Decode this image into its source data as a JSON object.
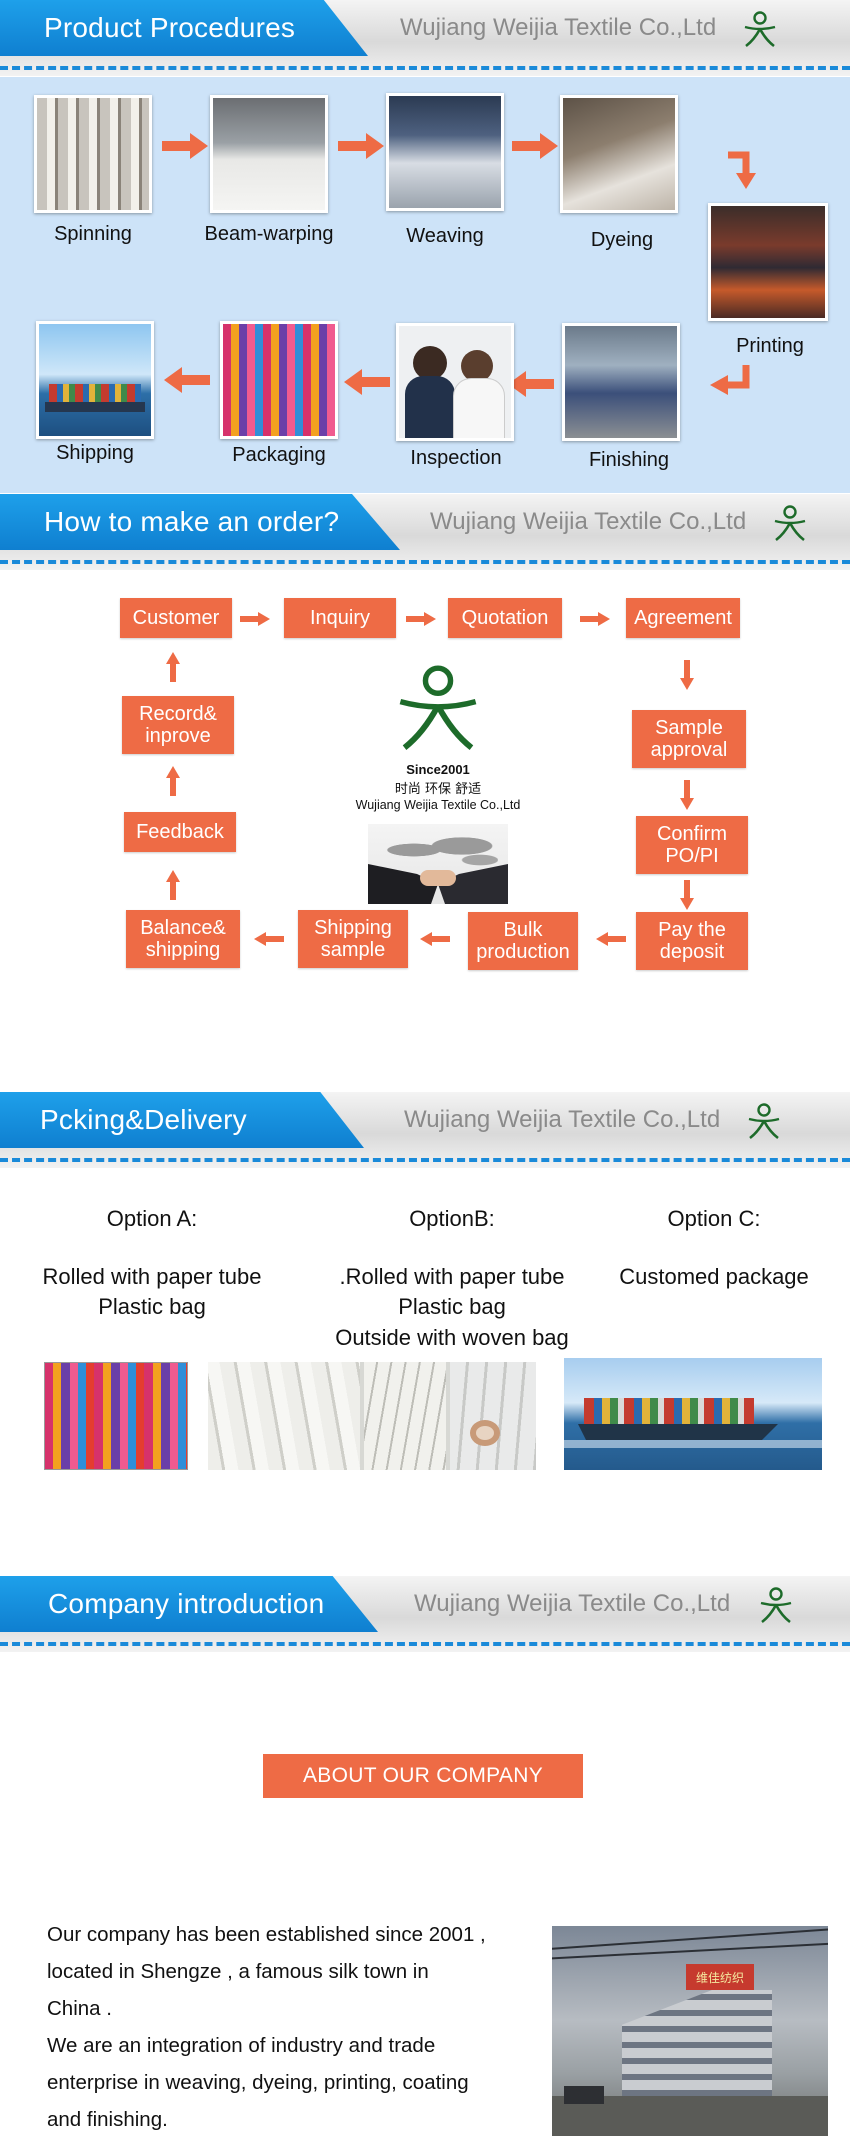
{
  "company": "Wujiang Weijia Textile Co.,Ltd",
  "sections": {
    "procedures": "Product Procedures",
    "order": "How to make an order?",
    "packing": "Pcking&Delivery",
    "intro": "Company introduction"
  },
  "procedures": {
    "steps": [
      "Spinning",
      "Beam-warping",
      "Weaving",
      "Dyeing",
      "Printing",
      "Finishing",
      "Inspection",
      "Packaging",
      "Shipping"
    ]
  },
  "order": {
    "boxes": {
      "customer": "Customer",
      "inquiry": "Inquiry",
      "quotation": "Quotation",
      "agreement": "Agreement",
      "sample_l1": "Sample",
      "sample_l2": "approval",
      "confirm_l1": "Confirm",
      "confirm_l2": "PO/PI",
      "deposit_l1": "Pay the",
      "deposit_l2": "deposit",
      "bulk_l1": "Bulk",
      "bulk_l2": "production",
      "ship_l1": "Shipping",
      "ship_l2": "sample",
      "balance_l1": "Balance&",
      "balance_l2": "shipping",
      "feedback": "Feedback",
      "record_l1": "Record&",
      "record_l2": "inprove"
    },
    "logo_since": "Since2001",
    "logo_slogan": "时尚  环保  舒适",
    "logo_company": "Wujiang Weijia Textile Co.,Ltd"
  },
  "packing": {
    "options": [
      {
        "title": "Option A:",
        "lines": [
          "Rolled with paper tube",
          "Plastic bag"
        ]
      },
      {
        "title": "OptionB:",
        "lines": [
          ".Rolled with paper tube",
          "Plastic bag",
          "Outside with woven bag"
        ]
      },
      {
        "title": "Option C:",
        "lines": [
          "Customed package"
        ]
      }
    ]
  },
  "intro": {
    "button": "ABOUT OUR COMPANY",
    "lines": [
      "Our company has been established since 2001 ,",
      "located in Shengze , a famous silk town in",
      "China .",
      "We are an integration of industry and trade",
      "enterprise in weaving, dyeing, printing, coating",
      "and finishing."
    ],
    "building_sign": "维佳纺织"
  },
  "colors": {
    "accent": "#ee6b45",
    "banner_blue": "#1a8ad9",
    "panel_bg": "#cde3f8",
    "logo_green": "#1d6b2a"
  }
}
